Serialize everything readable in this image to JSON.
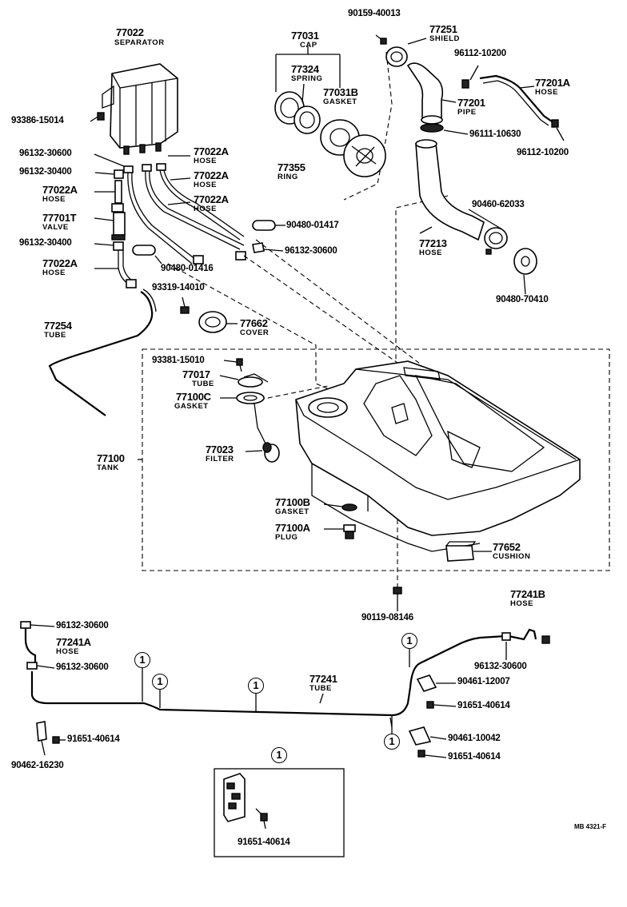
{
  "parts": {
    "separator_num": "77022",
    "separator_name": "SEPARATOR",
    "cap_num": "77031",
    "cap_name": "CAP",
    "spring_num": "77324",
    "spring_name": "SPRING",
    "gasket_num": "77031B",
    "gasket_name": "GASKET",
    "ring_num": "77355",
    "ring_name": "RING",
    "bolt_top": "90159-40013",
    "shield_num": "77251",
    "shield_name": "SHIELD",
    "clip_96112_a": "96112-10200",
    "hose_77201a_num": "77201A",
    "hose_77201a_name": "HOSE",
    "pipe_num": "77201",
    "pipe_name": "PIPE",
    "clamp_96111": "96111-10630",
    "clip_96112_b": "96112-10200",
    "bolt_93386": "93386-15014",
    "clip_96132_30600_a": "96132-30600",
    "clip_96132_30400_a": "96132-30400",
    "hose_a1_num": "77022A",
    "hose_a1_name": "HOSE",
    "hose_a2_num": "77022A",
    "hose_a2_name": "HOSE",
    "hose_a3_num": "77022A",
    "hose_a3_name": "HOSE",
    "hose_a4_num": "77022A",
    "hose_a4_name": "HOSE",
    "valve_num": "77701T",
    "valve_name": "VALVE",
    "clip_96132_30400_b": "96132-30400",
    "hose_a5_num": "77022A",
    "hose_a5_name": "HOSE",
    "clamp_90480_01417": "90480-01417",
    "clip_96132_30600_b": "96132-30600",
    "clamp_90480_01416": "90480-01416",
    "bolt_93319": "93319-14010",
    "cover_num": "77662",
    "cover_name": "COVER",
    "tube_77254_num": "77254",
    "tube_77254_name": "TUBE",
    "clamp_90460": "90460-62033",
    "hose_77213_num": "77213",
    "hose_77213_name": "HOSE",
    "clamp_90480_70410": "90480-70410",
    "bolt_93381": "93381-15010",
    "tube_77017_num": "77017",
    "tube_77017_name": "TUBE",
    "gasket_77100c_num": "77100C",
    "gasket_77100c_name": "GASKET",
    "tank_num": "77100",
    "tank_name": "TANK",
    "filter_num": "77023",
    "filter_name": "FILTER",
    "gasket_77100b_num": "77100B",
    "gasket_77100b_name": "GASKET",
    "plug_num": "77100A",
    "plug_name": "PLUG",
    "cushion_num": "77652",
    "cushion_name": "CUSHION",
    "bolt_90119": "90119-08146",
    "hose_77241b_num": "77241B",
    "hose_77241b_name": "HOSE",
    "clip_96132_30600_c": "96132-30600",
    "hose_77241a_num": "77241A",
    "hose_77241a_name": "HOSE",
    "clip_96132_30600_d": "96132-30600",
    "clip_96132_30600_e": "96132-30600",
    "tube_77241_num": "77241",
    "tube_77241_name": "TUBE",
    "clamp_90461_12007": "90461-12007",
    "bolt_91651_a": "91651-40614",
    "bolt_91651_b": "91651-40614",
    "clamp_90462": "90462-16230",
    "clamp_90461_10042": "90461-10042",
    "bolt_91651_c": "91651-40614",
    "bolt_91651_detail": "91651-40614"
  },
  "ref_marker": "1",
  "figure_code": "MB 4321-F"
}
